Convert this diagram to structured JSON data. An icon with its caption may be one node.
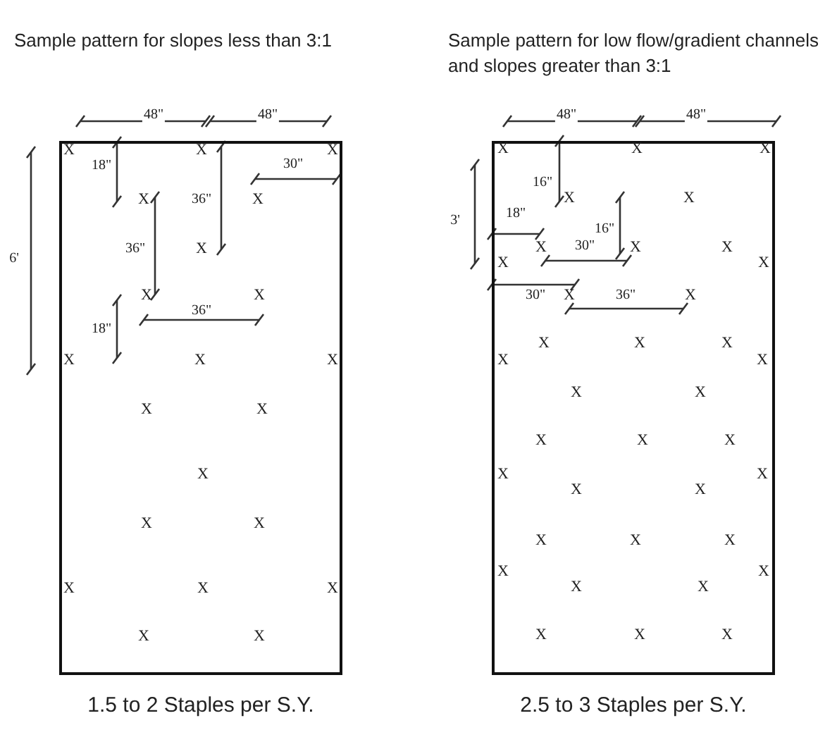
{
  "diagram": {
    "nodes": [
      {
        "text": [
          "Sample pattern for slopes less than 3:1"
        ],
        "beside": [
          "1.5 to 2 Staples per S.Y."
        ]
      },
      {
        "text": [
          "Sample pattern for low flow/gradient channels and slopes greater than 3:1"
        ],
        "beside": [
          "2.5 to 3 Staples per S.Y."
        ]
      }
    ],
    "labels": [
      "48\"",
      "48\"",
      "X",
      "X",
      "X",
      "18\"",
      "30\"",
      "X",
      "36\"",
      "X",
      "6'",
      "36\"",
      "X",
      "X",
      "X",
      "36\"",
      "18\"",
      "X",
      "X",
      "X",
      "X",
      "X",
      "X",
      "X",
      "X",
      "X",
      "X",
      "X",
      "X",
      "X",
      "48\"",
      "48\"",
      "X",
      "X",
      "X",
      "16\"",
      "X",
      "X",
      "3'",
      "18\"",
      "16\"",
      "X",
      "30\"",
      "X",
      "X",
      "X",
      "X",
      "30\"",
      "X",
      "36\"",
      "X",
      "X",
      "X",
      "X",
      "X",
      "X",
      "X",
      "X",
      "X",
      "X",
      "X",
      "X",
      "X",
      "X",
      "X",
      "X",
      "X",
      "X",
      "X",
      "X",
      "X",
      "X",
      "X",
      "X",
      "X"
    ]
  }
}
